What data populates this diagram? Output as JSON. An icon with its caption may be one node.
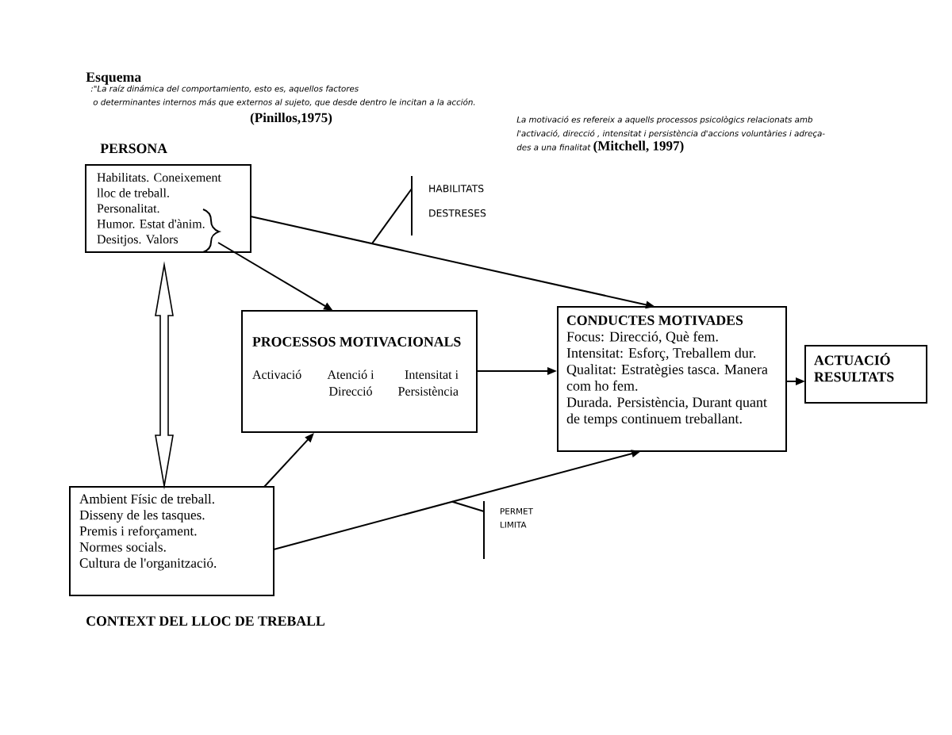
{
  "diagram": {
    "title": "Esquema",
    "nodes": [
      {
        "text": [
          "PERSONA",
          "Habilitats. Coneixement lloc de treball.",
          "Personalitat.",
          "Humor. Estat d'ànim.",
          "Desitjos. Valors"
        ]
      },
      {
        "text": [
          "HABILITATS",
          "DESTRESES"
        ]
      },
      {
        "text": [
          "PROCESSOS MOTIVACIONALS",
          "Activació",
          "Atenció i Direcció",
          "Intensitat i Persistència"
        ]
      },
      {
        "text": [
          "CONDUCTES MOTIVADES",
          "Focus: Direcció, Què fem.",
          "Intensitat: Esforç, Treballem dur.",
          "Qualitat: Estratègies tasca. Manera com ho fem.",
          "Durada. Persistència, Durant quant de temps continuem treballant."
        ]
      },
      {
        "text": [
          "ACTUACIÓ RESULTATS"
        ]
      },
      {
        "text": [
          "Ambient Físic de treball.",
          "Disseny de les tasques.",
          "Premis i reforçament.",
          "Normes socials.",
          "Cultura de l'organització.",
          "CONTEXT DEL LLOC DE TREBALL"
        ]
      },
      {
        "text": [
          "PERMET",
          "LIMITA"
        ]
      }
    ],
    "edges": [
      {
        "from": 0,
        "to": 3,
        "arrow": "to"
      },
      {
        "from": 0,
        "to": 2,
        "arrow": "to"
      },
      {
        "from": 0,
        "to": 5,
        "arrow": "both",
        "style": "thick"
      },
      {
        "from": 5,
        "to": 2,
        "arrow": "to"
      },
      {
        "from": 5,
        "to": 3,
        "arrow": "to"
      },
      {
        "from": 2,
        "to": 3,
        "arrow": "to"
      },
      {
        "from": 3,
        "to": 4,
        "arrow": "to"
      },
      {
        "from": 1,
        "to": null,
        "arrow": "none"
      },
      {
        "from": 6,
        "to": null,
        "arrow": "none"
      }
    ],
    "labels": [
      ":\"La raíz dinámica del comportamiento, esto es, aquellos factores o determinantes internos más que externos al sujeto, que desde dentro le incitan a la acción.",
      "(Pinillos,1975)",
      "La motivació es refereix a aquells processos psicològics relacionats amb l'activació, direcció , intensitat i persistència d'accions voluntàries i adreça- des a una finalitat",
      "(Mitchell, 1997)"
    ]
  }
}
